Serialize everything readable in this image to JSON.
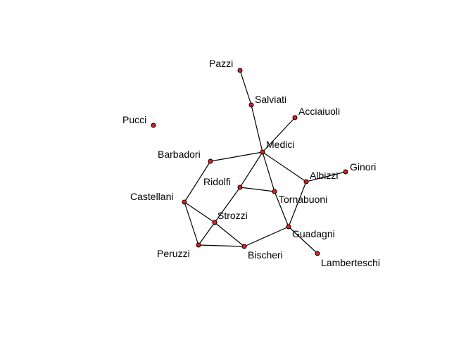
{
  "graph": {
    "nodes": [
      {
        "id": "pazzi",
        "label": "Pazzi"
      },
      {
        "id": "salviati",
        "label": "Salviati"
      },
      {
        "id": "acciaiuoli",
        "label": "Acciaiuoli"
      },
      {
        "id": "pucci",
        "label": "Pucci"
      },
      {
        "id": "medici",
        "label": "Medici"
      },
      {
        "id": "barbadori",
        "label": "Barbadori"
      },
      {
        "id": "ginori",
        "label": "Ginori"
      },
      {
        "id": "albizzi",
        "label": "Albizzi"
      },
      {
        "id": "ridolfi",
        "label": "Ridolfi"
      },
      {
        "id": "tornabuoni",
        "label": "Tornabuoni"
      },
      {
        "id": "castellani",
        "label": "Castellani"
      },
      {
        "id": "strozzi",
        "label": "Strozzi"
      },
      {
        "id": "guadagni",
        "label": "Guadagni"
      },
      {
        "id": "peruzzi",
        "label": "Peruzzi"
      },
      {
        "id": "bischeri",
        "label": "Bischeri"
      },
      {
        "id": "lamberteschi",
        "label": "Lamberteschi"
      }
    ],
    "edges": [
      [
        "pazzi",
        "salviati"
      ],
      [
        "salviati",
        "medici"
      ],
      [
        "acciaiuoli",
        "medici"
      ],
      [
        "medici",
        "barbadori"
      ],
      [
        "medici",
        "ridolfi"
      ],
      [
        "medici",
        "tornabuoni"
      ],
      [
        "medici",
        "albizzi"
      ],
      [
        "albizzi",
        "ginori"
      ],
      [
        "albizzi",
        "guadagni"
      ],
      [
        "ridolfi",
        "tornabuoni"
      ],
      [
        "ridolfi",
        "strozzi"
      ],
      [
        "tornabuoni",
        "guadagni"
      ],
      [
        "barbadori",
        "castellani"
      ],
      [
        "castellani",
        "strozzi"
      ],
      [
        "castellani",
        "peruzzi"
      ],
      [
        "strozzi",
        "peruzzi"
      ],
      [
        "strozzi",
        "bischeri"
      ],
      [
        "peruzzi",
        "bischeri"
      ],
      [
        "bischeri",
        "guadagni"
      ],
      [
        "guadagni",
        "lamberteschi"
      ]
    ]
  },
  "colors": {
    "node_fill": "#e41a1c",
    "node_stroke": "#000000",
    "edge": "#000000",
    "label": "#000000"
  }
}
